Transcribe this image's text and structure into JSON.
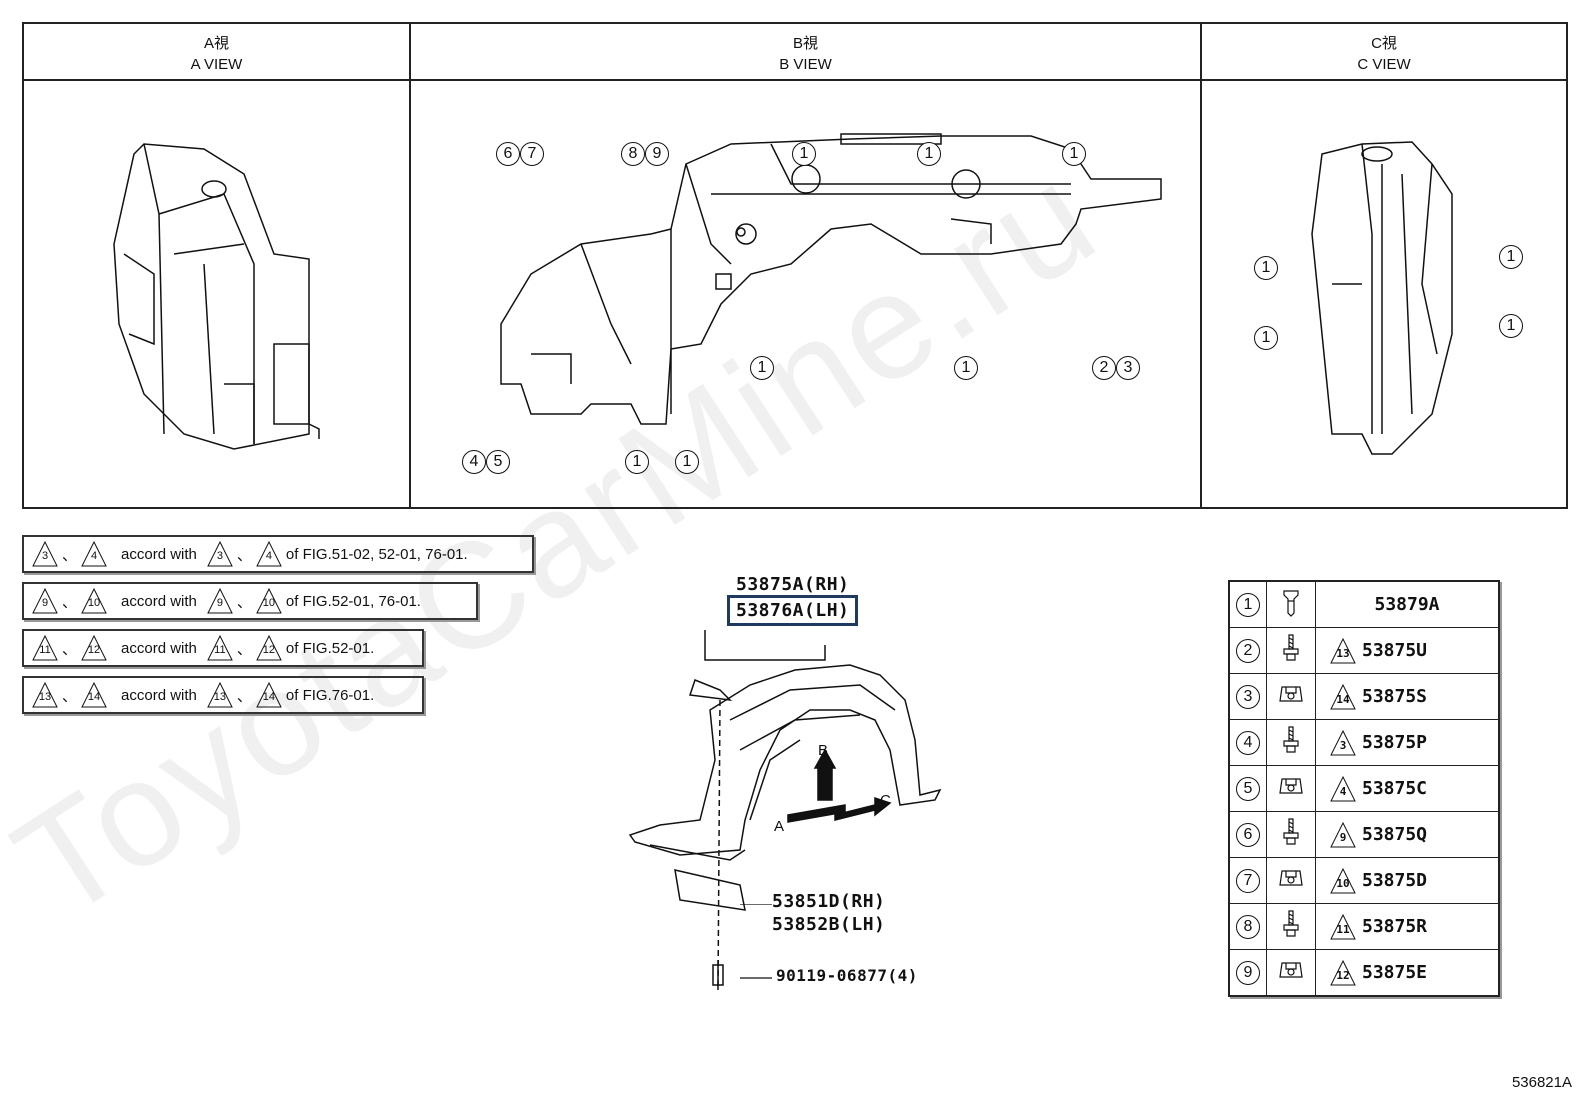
{
  "views": [
    {
      "jp": "A視",
      "en": "A VIEW"
    },
    {
      "jp": "B視",
      "en": "B VIEW"
    },
    {
      "jp": "C視",
      "en": "C VIEW"
    }
  ],
  "b_view_callouts": [
    "6",
    "7",
    "8",
    "9",
    "1",
    "1",
    "1",
    "1",
    "1",
    "2",
    "3",
    "4",
    "5",
    "1",
    "1"
  ],
  "c_view_callouts": [
    "1",
    "1",
    "1",
    "1"
  ],
  "notes": [
    {
      "a": "3",
      "b": "4",
      "accord": "accord with",
      "c": "3",
      "d": "4",
      "fig": "of FIG.51-02, 52-01, 76-01."
    },
    {
      "a": "9",
      "b": "10",
      "accord": "accord with",
      "c": "9",
      "d": "10",
      "fig": "of FIG.52-01, 76-01."
    },
    {
      "a": "11",
      "b": "12",
      "accord": "accord with",
      "c": "11",
      "d": "12",
      "fig": "of FIG.52-01."
    },
    {
      "a": "13",
      "b": "14",
      "accord": "accord with",
      "c": "13",
      "d": "14",
      "fig": "of FIG.76-01."
    }
  ],
  "main_labels": {
    "liner_rh": "53875A(RH)",
    "liner_lh": "53876A(LH)",
    "seal_rh": "53851D(RH)",
    "seal_lh": "53852B(LH)",
    "bolt": "90119-06877(4)",
    "arrow_a": "A",
    "arrow_b": "B",
    "arrow_c": "C"
  },
  "parts_table": [
    {
      "num": "1",
      "note": "",
      "part": "53879A",
      "icon": "clip-icon"
    },
    {
      "num": "2",
      "note": "13",
      "part": "53875U",
      "icon": "screw-icon"
    },
    {
      "num": "3",
      "note": "14",
      "part": "53875S",
      "icon": "nut-clip-icon"
    },
    {
      "num": "4",
      "note": "3",
      "part": "53875P",
      "icon": "screw-icon"
    },
    {
      "num": "5",
      "note": "4",
      "part": "53875C",
      "icon": "nut-clip-icon"
    },
    {
      "num": "6",
      "note": "9",
      "part": "53875Q",
      "icon": "screw-icon"
    },
    {
      "num": "7",
      "note": "10",
      "part": "53875D",
      "icon": "nut-clip-icon"
    },
    {
      "num": "8",
      "note": "11",
      "part": "53875R",
      "icon": "screw-icon"
    },
    {
      "num": "9",
      "note": "12",
      "part": "53875E",
      "icon": "nut-clip-icon"
    }
  ],
  "watermark": "ToyotaCarMine.ru",
  "figure_id": "536821A"
}
